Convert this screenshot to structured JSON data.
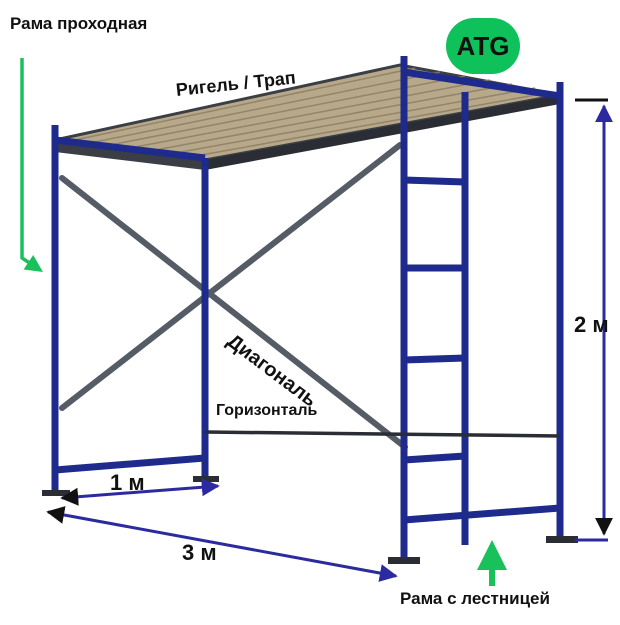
{
  "labels": {
    "frame_walkthrough": "Рама проходная",
    "ledger_deck": "Ригель / Трап",
    "diagonal": "Диагональ",
    "horizontal": "Горизонталь",
    "width": "1 м",
    "length": "3 м",
    "height": "2 м",
    "frame_ladder": "Рама с лестницей"
  },
  "logo": {
    "text": "ATG",
    "color": "#0fc15a"
  },
  "colors": {
    "frame": "#1e2a8c",
    "brace": "#555c66",
    "deck_plank": "#b7a889",
    "deck_edge": "#3b3e45",
    "dimension_arrow": "#2b2a9e",
    "pointer_arrow": "#18c15a"
  }
}
